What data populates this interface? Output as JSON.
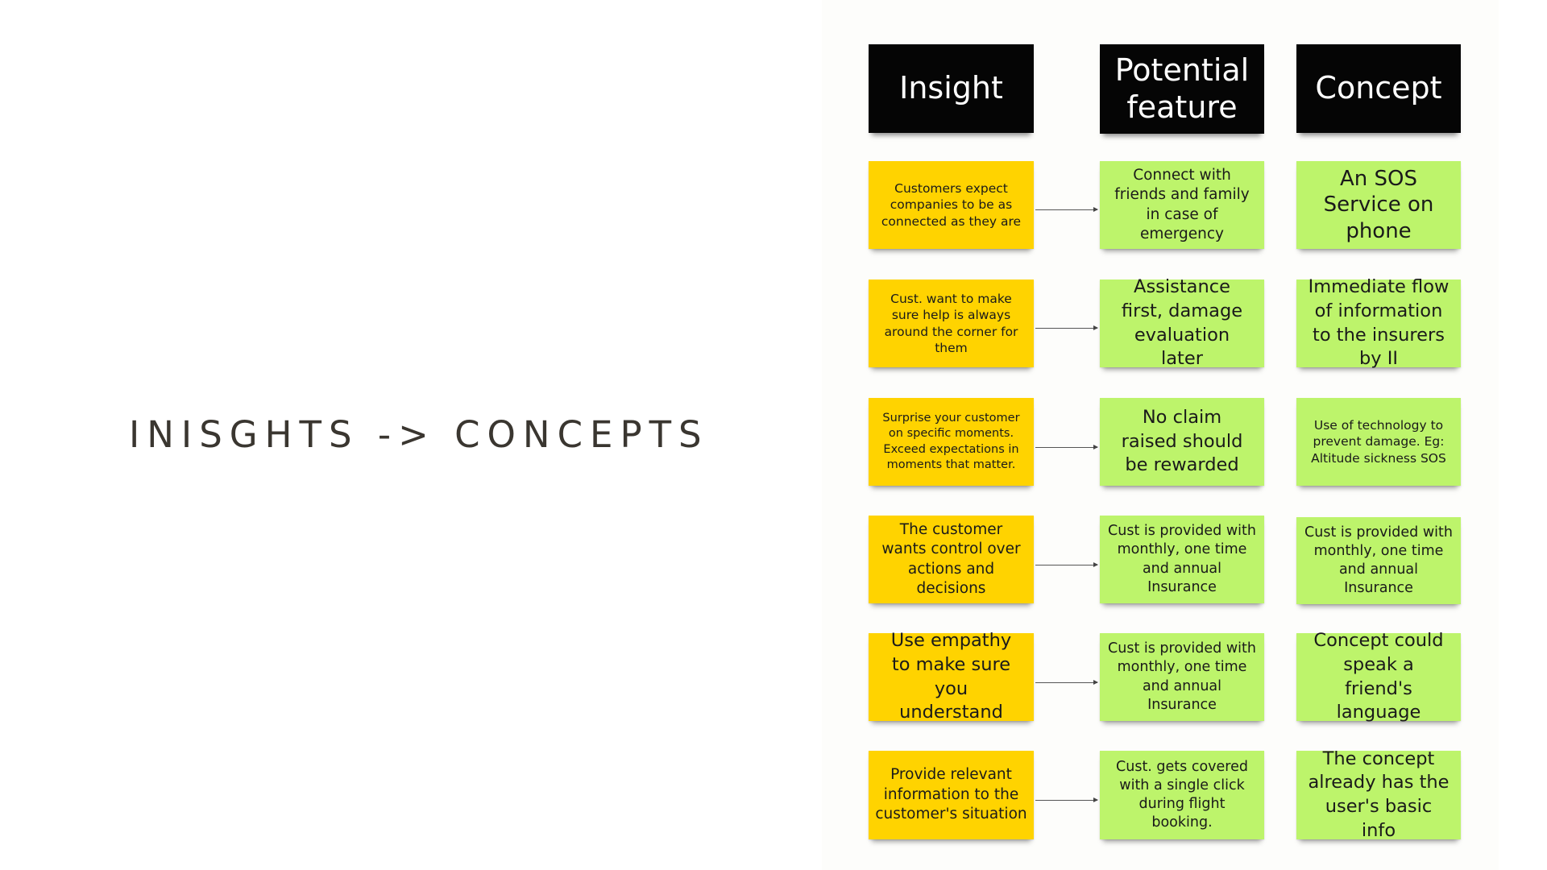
{
  "slide": {
    "title": "INISGHTS -> CONCEPTS"
  },
  "headers": {
    "insight": "Insight",
    "potential_feature": "Potential feature",
    "concept": "Concept"
  },
  "rows": [
    {
      "insight": "Customers expect companies to be as connected as they are",
      "feature": "Connect with friends and family in case of emergency",
      "concept": "An SOS Service on phone"
    },
    {
      "insight": "Cust. want to make sure help is always around the corner for them",
      "feature": "Assistance first, damage evaluation later",
      "concept": "Immediate flow of information to the insurers by II"
    },
    {
      "insight": "Surprise your customer on specific moments. Exceed expectations in moments that matter.",
      "feature": "No claim raised should be rewarded",
      "concept": "Use of technology to prevent damage. Eg: Altitude sickness SOS"
    },
    {
      "insight": "The customer wants control over actions and decisions",
      "feature": "Cust is provided with monthly, one time and annual Insurance",
      "concept": "Cust is provided with monthly, one time and annual Insurance"
    },
    {
      "insight": "Use empathy to make sure you understand",
      "feature": "Cust is provided with monthly, one time and annual Insurance",
      "concept": "Concept could speak a friend's language"
    },
    {
      "insight": "Provide relevant information to the customer's situation",
      "feature": "Cust. gets covered with a single click during flight booking.",
      "concept": "The concept already has the user's basic info"
    }
  ],
  "colors": {
    "header": "#050505",
    "insight_note": "#ffd300",
    "feature_note": "#bdf46b",
    "concept_note": "#bdf46b"
  }
}
